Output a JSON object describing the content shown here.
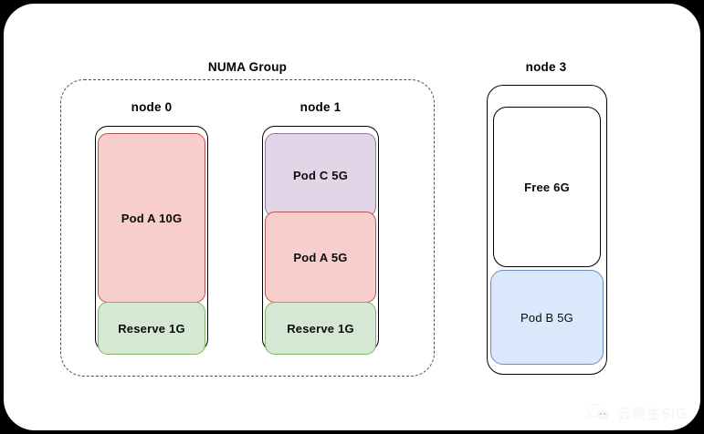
{
  "diagram": {
    "numa_group": {
      "title": "NUMA Group",
      "nodes": [
        {
          "label": "node 0",
          "blocks": [
            {
              "name": "Pod A 10G",
              "fill": "#f8cecc",
              "stroke": "#b85450"
            },
            {
              "name": "Reserve 1G",
              "fill": "#d5e8d4",
              "stroke": "#82b366"
            }
          ]
        },
        {
          "label": "node 1",
          "blocks": [
            {
              "name": "Pod C 5G",
              "fill": "#e1d5e7",
              "stroke": "#9673a6"
            },
            {
              "name": "Pod A 5G",
              "fill": "#f8cecc",
              "stroke": "#b85450"
            },
            {
              "name": "Reserve 1G",
              "fill": "#d5e8d4",
              "stroke": "#82b366"
            }
          ]
        }
      ]
    },
    "standalone_node": {
      "label": "node 3",
      "blocks": [
        {
          "name": "Free 6G",
          "fill": "#ffffff",
          "stroke": "#000000"
        },
        {
          "name": "Pod B 5G",
          "fill": "#dae8fc",
          "stroke": "#6c8ebf"
        }
      ]
    },
    "watermark": {
      "text": "云原生SIG",
      "icon": "wechat-icon"
    },
    "palette": {
      "background": "#000000",
      "card": "#ffffff",
      "dashed_border": "#4d4d4d",
      "text": "#000000"
    }
  }
}
